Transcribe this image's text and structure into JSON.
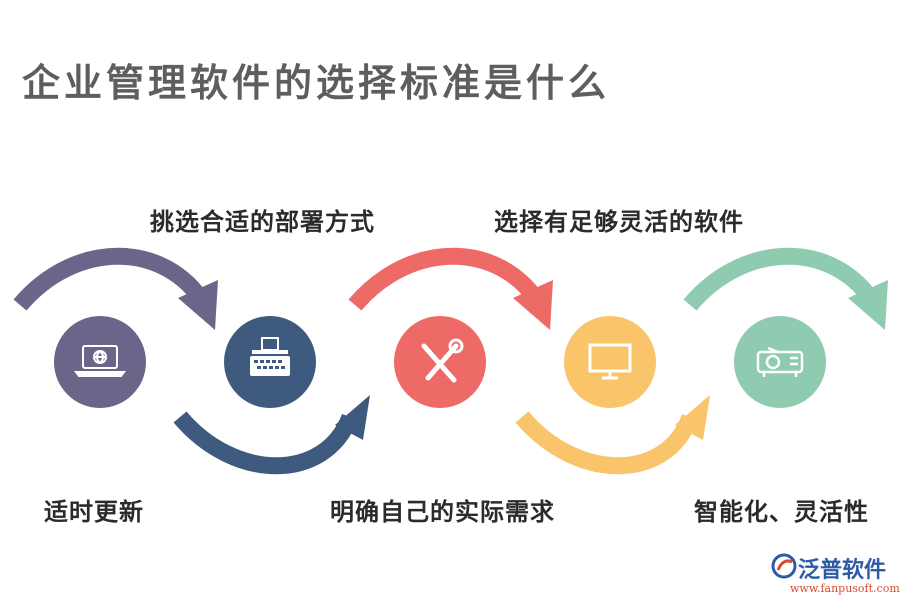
{
  "title": "企业管理软件的选择标准是什么",
  "steps": [
    {
      "label": "适时更新",
      "icon": "laptop-globe-icon",
      "color": "#6c6489"
    },
    {
      "label": "挑选合适的部署方式",
      "icon": "typewriter-icon",
      "color": "#3e5a7e"
    },
    {
      "label": "明确自己的实际需求",
      "icon": "tools-icon",
      "color": "#ee6a66"
    },
    {
      "label": "选择有足够灵活的软件",
      "icon": "monitor-icon",
      "color": "#f9c46a"
    },
    {
      "label": "智能化、灵活性",
      "icon": "projector-icon",
      "color": "#8fcbb0"
    }
  ],
  "logo": {
    "name": "泛普软件",
    "url": "www.fanpusoft.com"
  }
}
